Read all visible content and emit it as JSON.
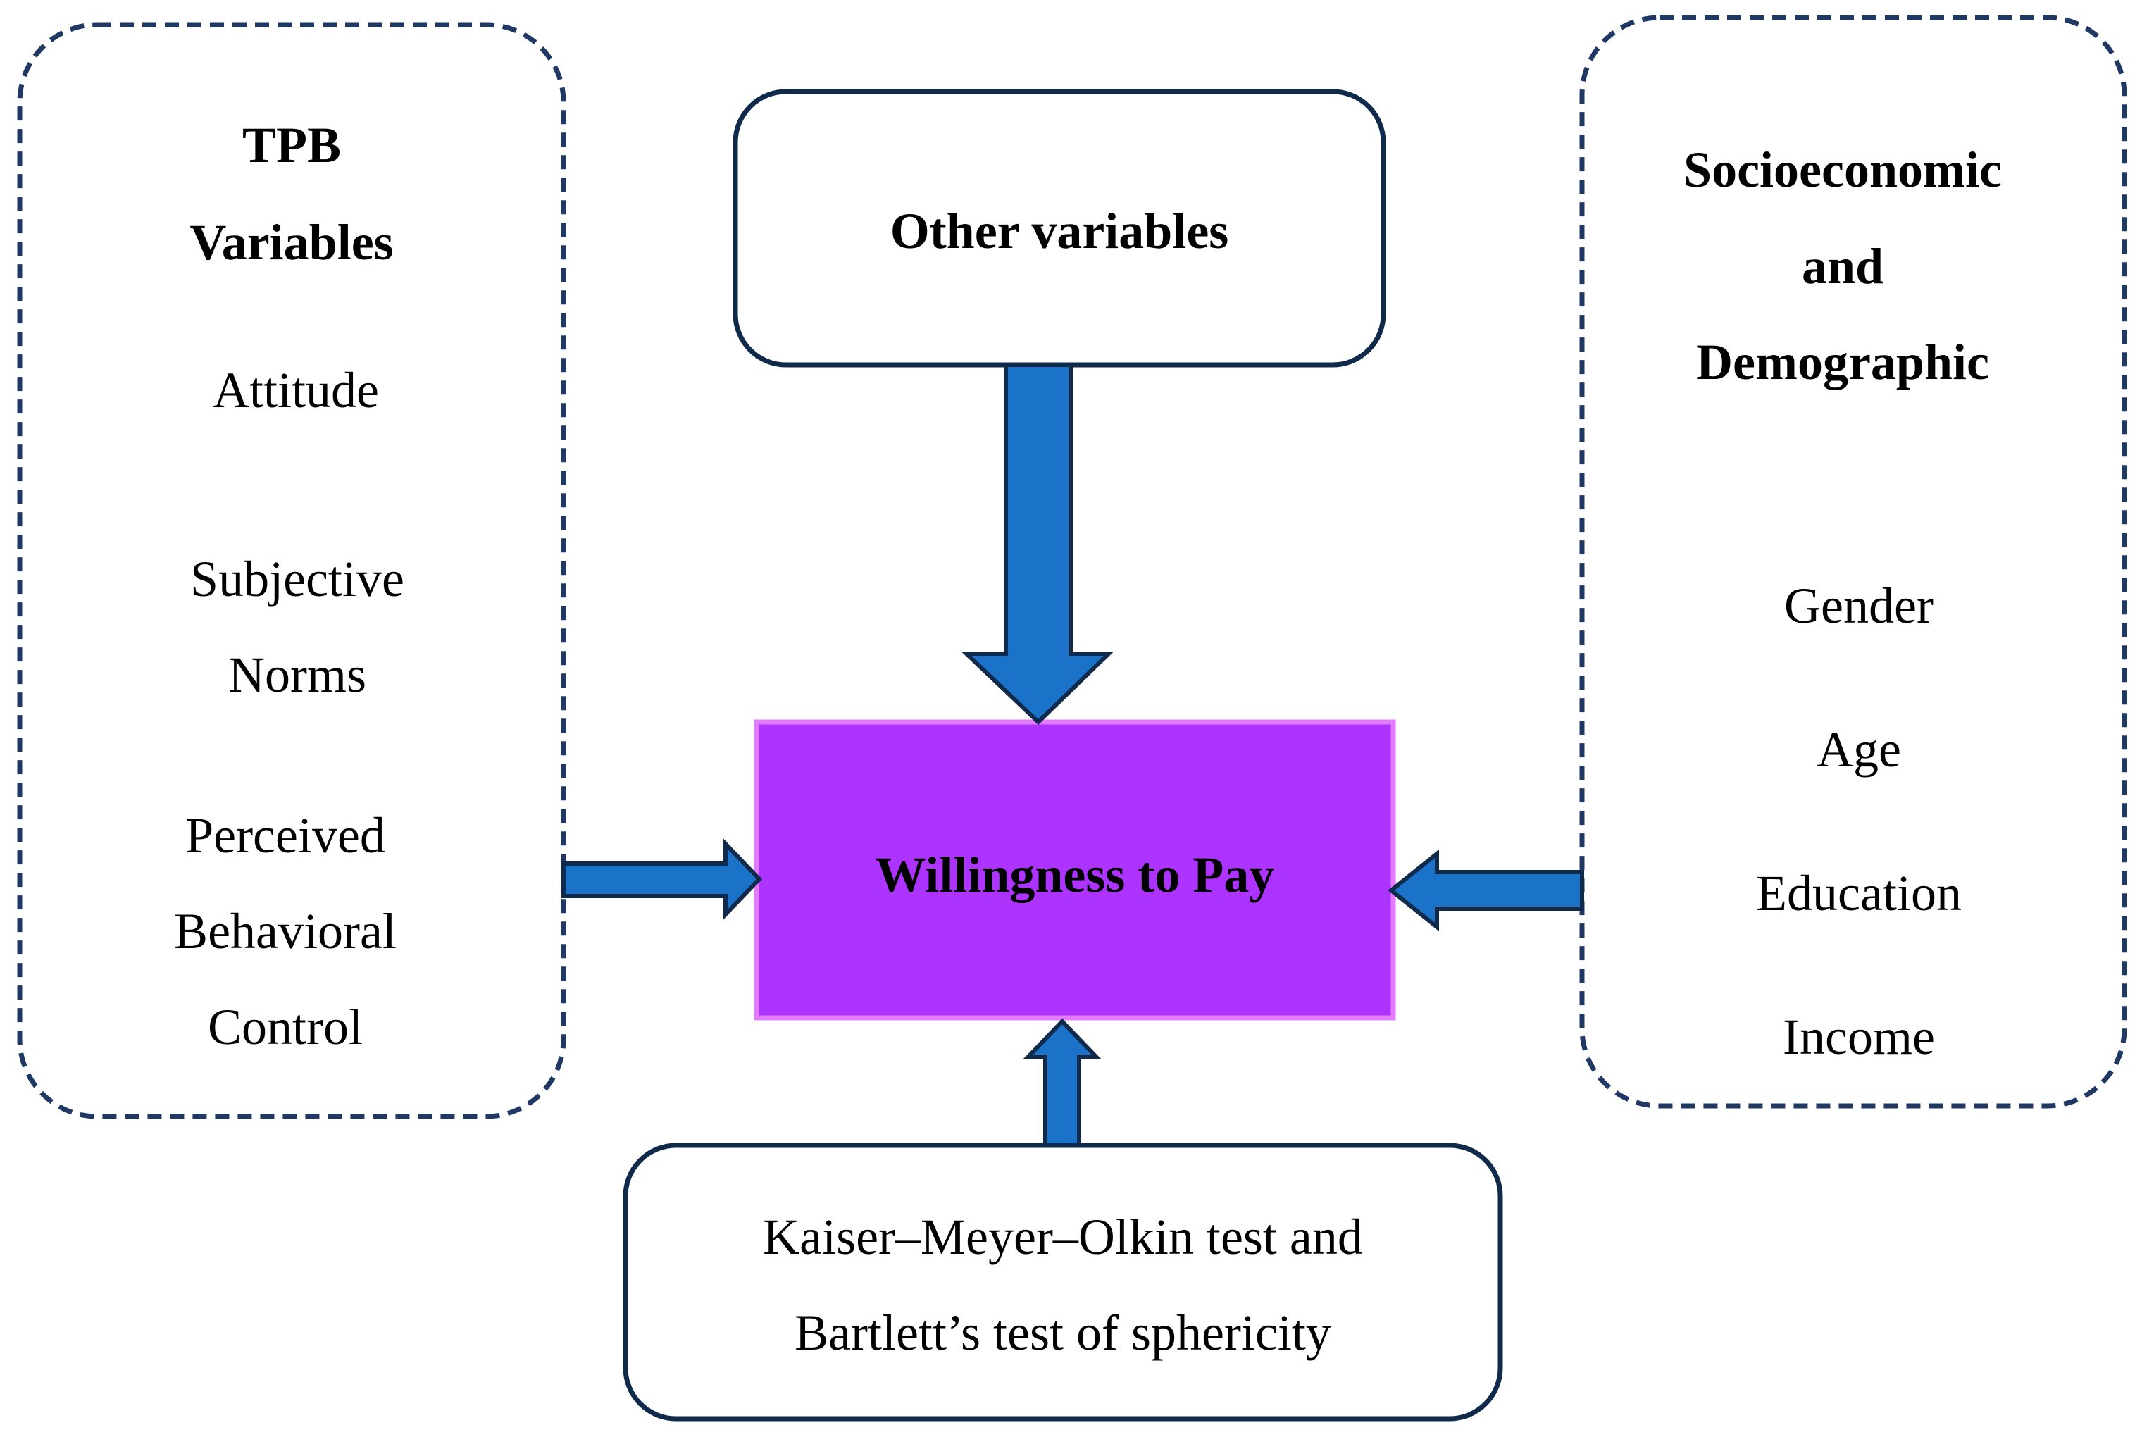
{
  "tpb": {
    "title_line1": "TPB",
    "title_line2": "Variables",
    "items": [
      {
        "line1": "Attitude"
      },
      {
        "line1": "Subjective",
        "line2": "Norms"
      },
      {
        "line1": "Perceived",
        "line2": "Behavioral",
        "line3": "Control"
      }
    ]
  },
  "other": {
    "label": "Other variables"
  },
  "socio": {
    "title_line1": "Socioeconomic",
    "title_line2": "and",
    "title_line3": "Demographic",
    "items": [
      "Gender",
      "Age",
      "Education",
      "Income"
    ]
  },
  "center": {
    "label": "Willingness to Pay"
  },
  "tests": {
    "line1": "Kaiser–Meyer–Olkin test and",
    "line2": "Bartlett’s test of sphericity"
  },
  "colors": {
    "dashed_border": "#1f3864",
    "box_border": "#0f2a4a",
    "arrow_fill": "#1b72c9",
    "arrow_stroke": "#0f2a4a",
    "center_fill": "#ad33ff",
    "center_border": "#e37bff"
  }
}
